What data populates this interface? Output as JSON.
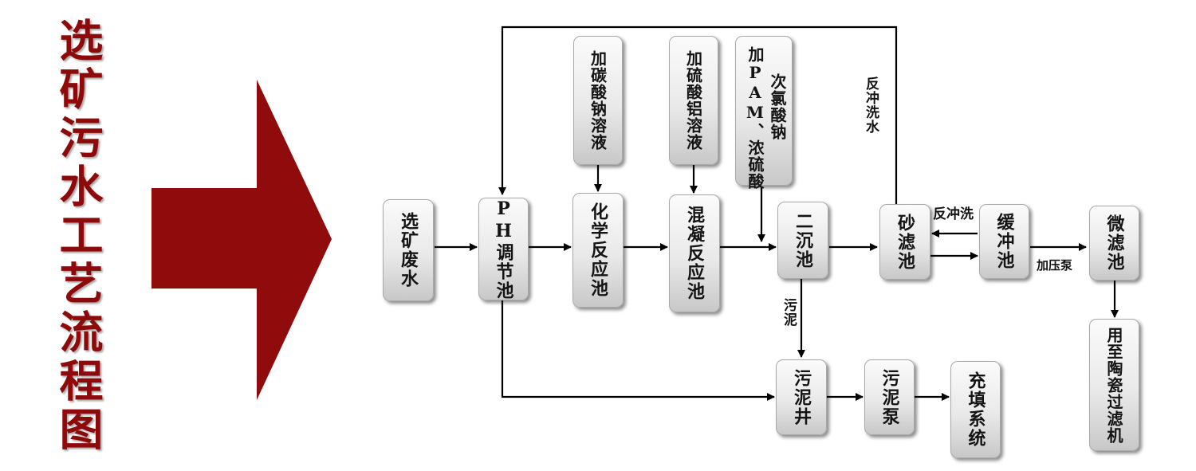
{
  "title": "选矿污水工艺流程图",
  "colors": {
    "title": "#8e0a0a",
    "big_arrow": "#900b0b",
    "line": "#000000"
  },
  "nodes": {
    "raw_water": "选矿废水",
    "ph_pool": "PH调节池",
    "chem_pool": "化学反应池",
    "coag_pool": "混凝反应池",
    "sec_pool": "二沉池",
    "sand_pool": "砂滤池",
    "buffer_pool": "缓冲池",
    "mf_pool": "微滤池",
    "ceramic_filter": "用至陶瓷过滤机",
    "sludge_well": "污泥井",
    "sludge_pump": "污泥泵",
    "fill_system": "充填系统",
    "add_soda": "加碳酸钠溶液",
    "add_alum": "加硫酸铝溶液",
    "add_pam": "加PAM、浓硫酸",
    "add_pam_side": "次氯酸钠"
  },
  "labels": {
    "backwash_water": "反冲洗水",
    "backwash": "反冲洗",
    "pressure_pump": "加压泵",
    "sludge": "污泥"
  }
}
